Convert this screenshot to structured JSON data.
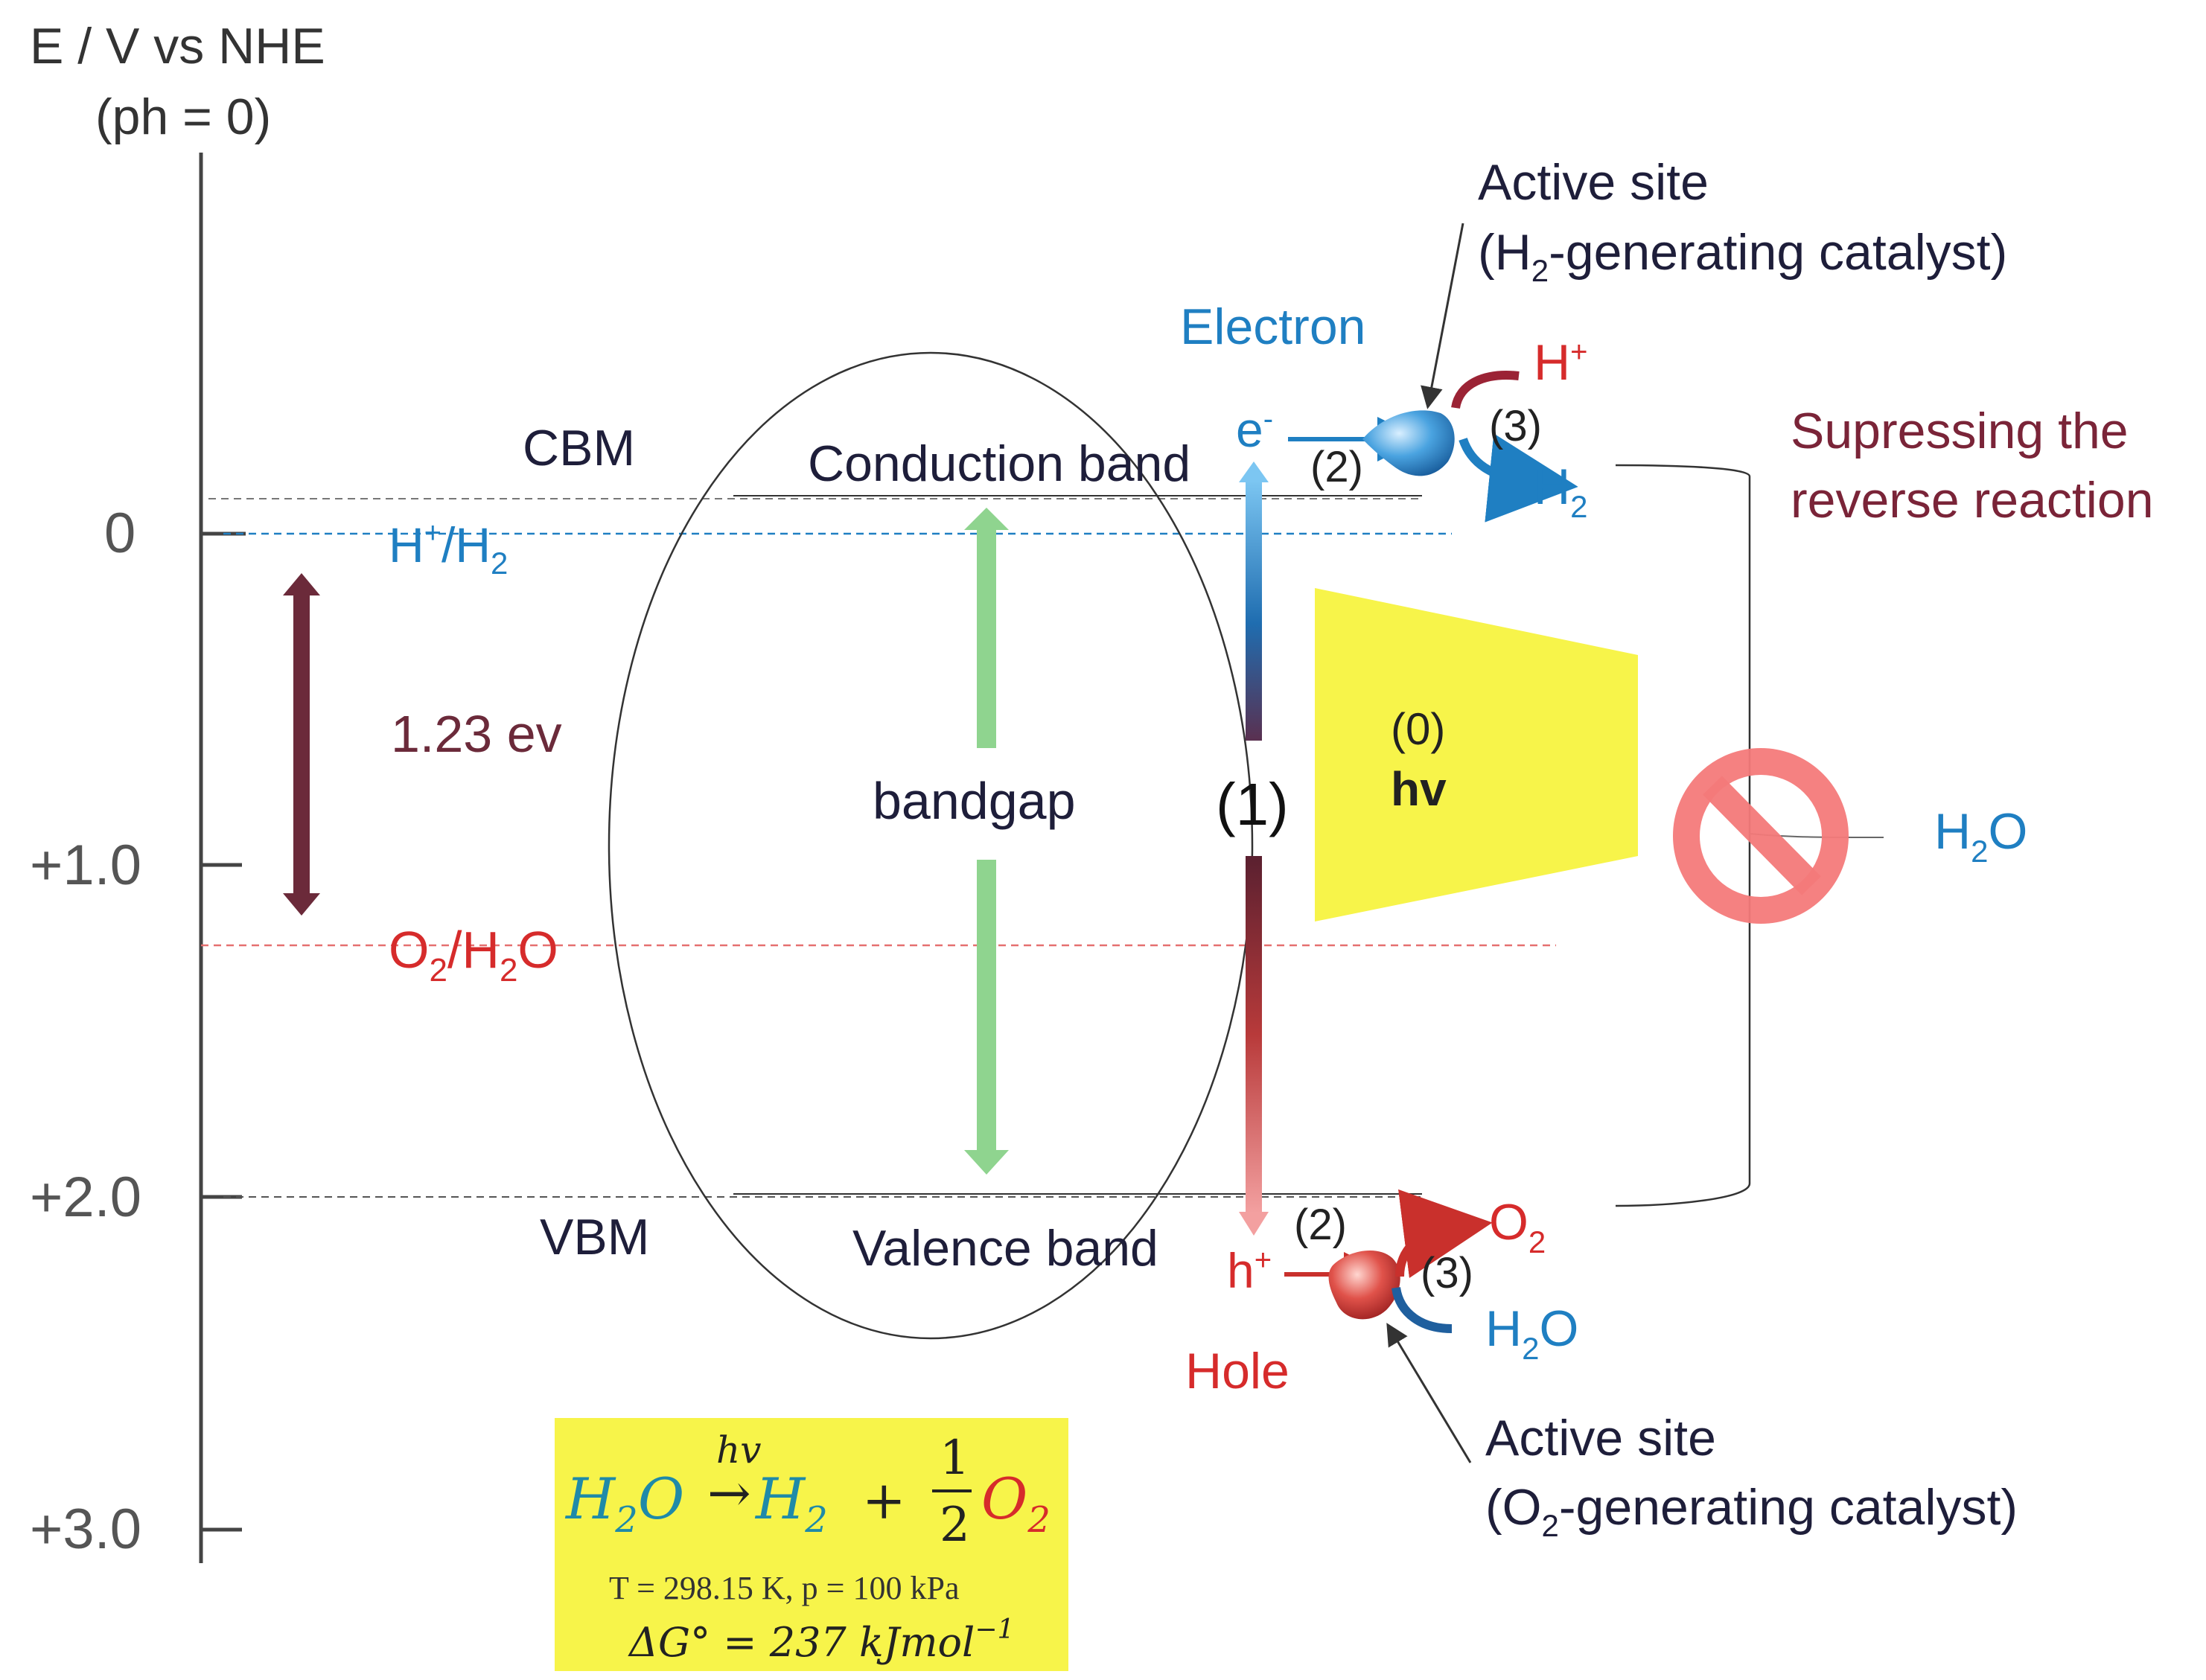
{
  "axis": {
    "title_line1": "E / V vs NHE",
    "title_line2": "(ph = 0)",
    "ticks": [
      "0",
      "+1.0",
      "+2.0",
      "+3.0"
    ]
  },
  "levels": {
    "cbm": "CBM",
    "vbm": "VBM",
    "h_couple_a": "H",
    "h_couple_sup": "+",
    "h_couple_b": "/H",
    "h_couple_sub": "2",
    "o_couple_a": "O",
    "o_couple_sub1": "2",
    "o_couple_b": "/H",
    "o_couple_sub2": "2",
    "o_couple_c": "O",
    "gap_value": "1.23 ev"
  },
  "particle": {
    "conduction_band": "Conduction band",
    "valence_band": "Valence band",
    "bandgap": "bandgap",
    "step1": "(1)",
    "step0": "(0)",
    "hv": "hv",
    "electron": "Electron",
    "e_minus_a": "e",
    "e_minus_sup": "-",
    "step2_top": "(2)",
    "step3_top": "(3)",
    "hole": "Hole",
    "h_plus_a": "h",
    "h_plus_sup": "+",
    "step2_bottom": "(2)",
    "step3_bottom": "(3)"
  },
  "reactions": {
    "hplus_a": "H",
    "hplus_sup": "+",
    "h2_a": "H",
    "h2_sub": "2",
    "o2_a": "O",
    "o2_sub": "2",
    "h2o_a": "H",
    "h2o_sub": "2",
    "h2o_b": "O",
    "active_top_line1": "Active site",
    "active_top_line2_a": "(H",
    "active_top_line2_sub": "2",
    "active_top_line2_b": "-generating catalyst)",
    "active_bottom_line1": "Active site",
    "active_bottom_line2_a": "(O",
    "active_bottom_line2_sub": "2",
    "active_bottom_line2_b": "-generating catalyst)",
    "suppress_line1": "Supressing the",
    "suppress_line2": "reverse reaction",
    "water_a": "H",
    "water_sub": "2",
    "water_b": "O"
  },
  "equation": {
    "lhs_a": "H",
    "lhs_sub": "2",
    "lhs_b": "O",
    "arrow_label": "hv",
    "arrow": "→",
    "rhs1_a": "H",
    "rhs1_sub": "2",
    "plus": "+",
    "frac_num": "1",
    "frac_den": "2",
    "rhs2_a": "O",
    "rhs2_sub": "2",
    "conditions": "T = 298.15 K, p = 100 kPa",
    "gibbs": "ΔG° = 237 kJmol",
    "gibbs_sup": "−1"
  },
  "colors": {
    "blue": "#1f7fc2",
    "red": "#d62b2b",
    "maroon": "#6b2a3a",
    "green": "#8fd48f",
    "yellow": "#f7f44a",
    "dark": "#222222",
    "prohibit": "#f47a7a"
  }
}
